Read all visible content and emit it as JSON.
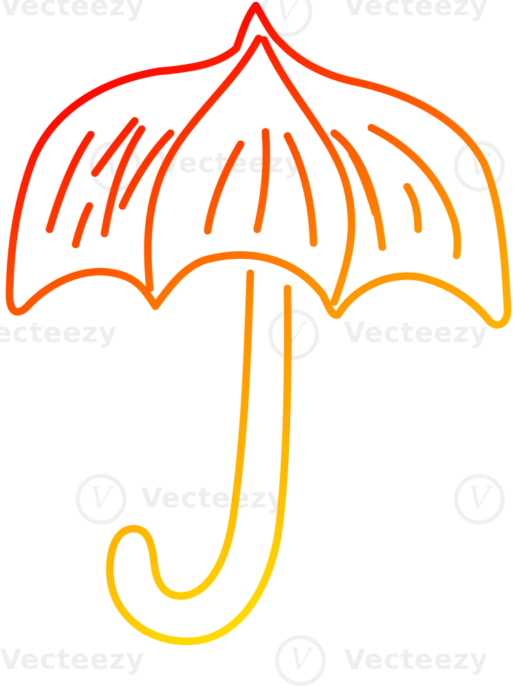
{
  "image": {
    "subject": "umbrella",
    "style": "hand-drawn line art",
    "gradient": {
      "start": "#ff0000",
      "middle": "#ff8c00",
      "end": "#ffee00"
    }
  },
  "watermark": {
    "text": "Vecteezy",
    "logo_glyph": "V"
  }
}
